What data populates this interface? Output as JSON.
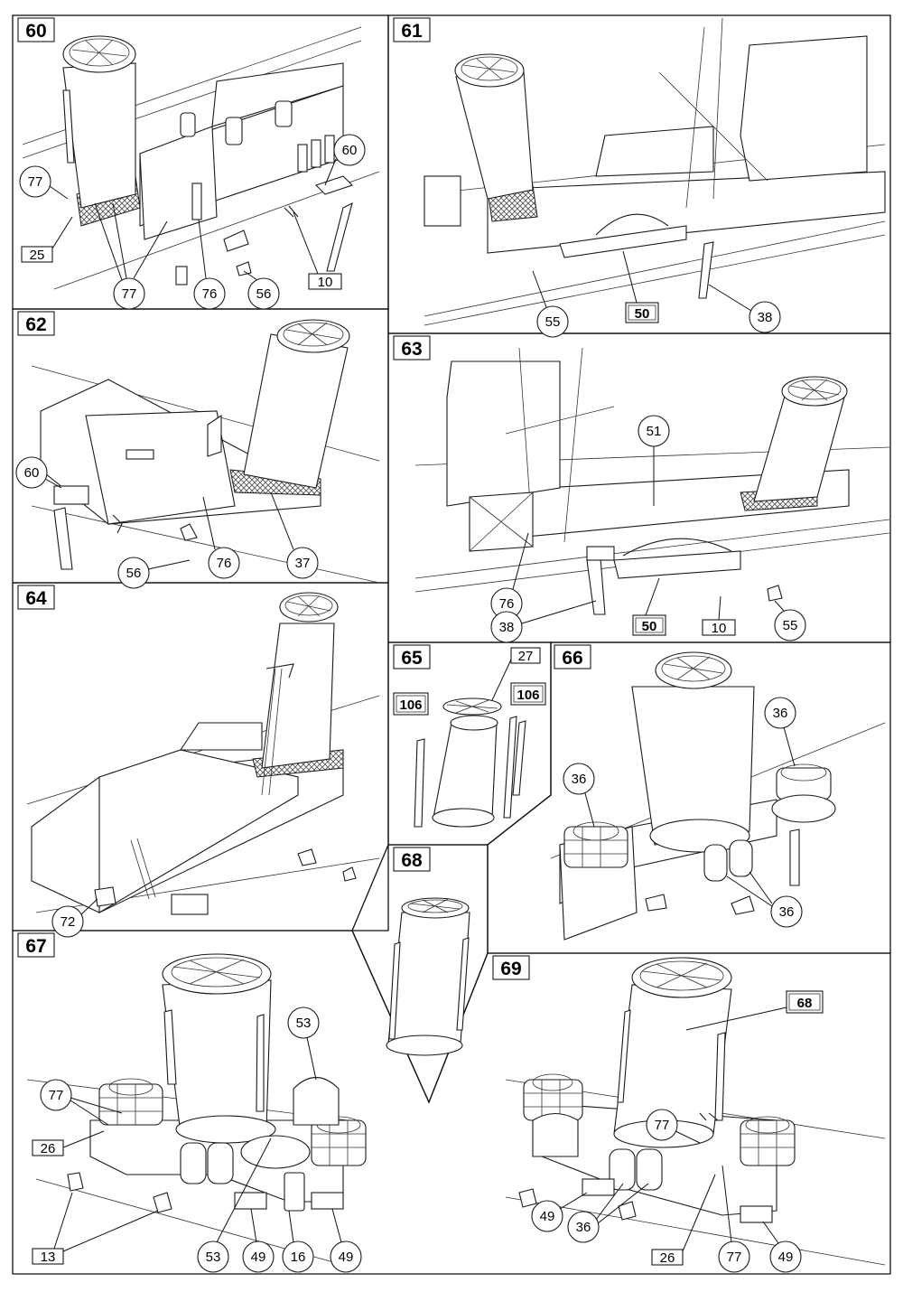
{
  "steps": [
    {
      "number": "60",
      "callouts": [
        {
          "label": "60",
          "style": "circle"
        },
        {
          "label": "77",
          "style": "circle"
        },
        {
          "label": "25",
          "style": "box"
        },
        {
          "label": "77",
          "style": "circle"
        },
        {
          "label": "76",
          "style": "circle"
        },
        {
          "label": "56",
          "style": "circle"
        },
        {
          "label": "10",
          "style": "box"
        }
      ]
    },
    {
      "number": "61",
      "callouts": [
        {
          "label": "55",
          "style": "circle"
        },
        {
          "label": "50",
          "style": "double-box"
        },
        {
          "label": "38",
          "style": "circle"
        }
      ]
    },
    {
      "number": "62",
      "callouts": [
        {
          "label": "60",
          "style": "circle"
        },
        {
          "label": "56",
          "style": "circle"
        },
        {
          "label": "76",
          "style": "circle"
        },
        {
          "label": "37",
          "style": "circle"
        }
      ]
    },
    {
      "number": "63",
      "callouts": [
        {
          "label": "51",
          "style": "circle"
        },
        {
          "label": "76",
          "style": "circle"
        },
        {
          "label": "38",
          "style": "circle"
        },
        {
          "label": "50",
          "style": "double-box"
        },
        {
          "label": "10",
          "style": "box"
        },
        {
          "label": "55",
          "style": "circle"
        }
      ]
    },
    {
      "number": "64",
      "callouts": [
        {
          "label": "72",
          "style": "circle"
        }
      ]
    },
    {
      "number": "65",
      "callouts": [
        {
          "label": "27",
          "style": "box"
        },
        {
          "label": "106",
          "style": "double-box"
        },
        {
          "label": "106",
          "style": "double-box"
        }
      ]
    },
    {
      "number": "66",
      "callouts": [
        {
          "label": "36",
          "style": "circle"
        },
        {
          "label": "36",
          "style": "circle"
        },
        {
          "label": "36",
          "style": "circle"
        }
      ]
    },
    {
      "number": "67",
      "callouts": [
        {
          "label": "53",
          "style": "circle"
        },
        {
          "label": "77",
          "style": "circle"
        },
        {
          "label": "26",
          "style": "box"
        },
        {
          "label": "13",
          "style": "box"
        },
        {
          "label": "53",
          "style": "circle"
        },
        {
          "label": "49",
          "style": "circle"
        },
        {
          "label": "16",
          "style": "circle"
        },
        {
          "label": "49",
          "style": "circle"
        }
      ]
    },
    {
      "number": "68",
      "callouts": []
    },
    {
      "number": "69",
      "callouts": [
        {
          "label": "68",
          "style": "double-box"
        },
        {
          "label": "77",
          "style": "circle"
        },
        {
          "label": "49",
          "style": "circle"
        },
        {
          "label": "36",
          "style": "circle"
        },
        {
          "label": "26",
          "style": "box"
        },
        {
          "label": "77",
          "style": "circle"
        },
        {
          "label": "49",
          "style": "circle"
        }
      ]
    }
  ],
  "colors": {
    "ink": "#1a1a1a",
    "paper": "#ffffff",
    "hatch": "#555555"
  }
}
